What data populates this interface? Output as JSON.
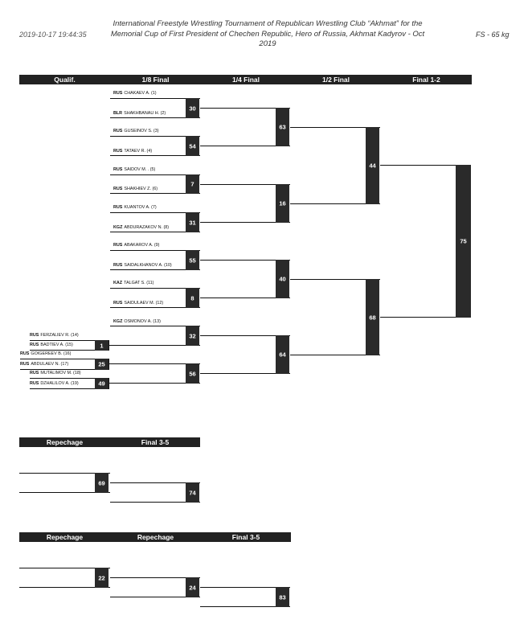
{
  "header": {
    "timestamp": "2019-10-17 19:44:35",
    "title_lines": [
      "International Freestyle Wrestling Tournament of Republican Wrestling Club “Akhmat” for the",
      "Memorial Cup of First President of Chechen Republic, Hero of Russia, Akhmat Kadyrov - Oct",
      "2019"
    ],
    "category": "FS - 65 kg"
  },
  "main_rounds": [
    "Qualif.",
    "1/8 Final",
    "1/4 Final",
    "1/2 Final",
    "Final 1-2"
  ],
  "wrestlers": [
    {
      "country": "RUS",
      "name": "CHAKAEV A. (1)"
    },
    {
      "country": "BLR",
      "name": "SHAKHBANAU H. (2)"
    },
    {
      "country": "RUS",
      "name": "GUSEINOV S. (3)"
    },
    {
      "country": "RUS",
      "name": "TATAEV R. (4)"
    },
    {
      "country": "RUS",
      "name": "SAIDOV M. . (5)"
    },
    {
      "country": "RUS",
      "name": "SHAKHIEV Z. (6)"
    },
    {
      "country": "RUS",
      "name": "KUANTOV A. (7)"
    },
    {
      "country": "KGZ",
      "name": "ABDURAZAKOV N. (8)"
    },
    {
      "country": "RUS",
      "name": "ABAKAROV A. (9)"
    },
    {
      "country": "RUS",
      "name": "SAIDALKHANOV A. (10)"
    },
    {
      "country": "KAZ",
      "name": "TALGAT S. (11)"
    },
    {
      "country": "RUS",
      "name": "SAIDULAEV M. (12)"
    },
    {
      "country": "KGZ",
      "name": "OSMONOV A. (13)"
    },
    {
      "country": "RUS",
      "name": "FERZALIEV R. (14)"
    },
    {
      "country": "RUS",
      "name": "BADTIEV A. (15)"
    },
    {
      "country": "RUS",
      "name": "GOIGEREEV B. (16)"
    },
    {
      "country": "RUS",
      "name": "ABDULAEV N. (17)"
    },
    {
      "country": "RUS",
      "name": "MUTALIMOV M. (18)"
    },
    {
      "country": "RUS",
      "name": "DZHALILOV A. (19)"
    }
  ],
  "bouts": {
    "q1": "1",
    "q2": "25",
    "q3": "49",
    "r16_1": "30",
    "r16_2": "54",
    "r16_3": "7",
    "r16_4": "31",
    "r16_5": "55",
    "r16_6": "8",
    "r16_7": "32",
    "r16_8": "56",
    "qf1": "63",
    "qf2": "16",
    "qf3": "40",
    "qf4": "64",
    "sf1": "44",
    "sf2": "68",
    "final": "75",
    "rep1_a": "69",
    "rep1_b": "74",
    "rep2_a": "22",
    "rep2_b": "24",
    "rep2_c": "83"
  },
  "repechage1_headers": [
    "Repechage",
    "Final 3-5"
  ],
  "repechage2_headers": [
    "Repechage",
    "Repechage",
    "Final 3-5"
  ]
}
